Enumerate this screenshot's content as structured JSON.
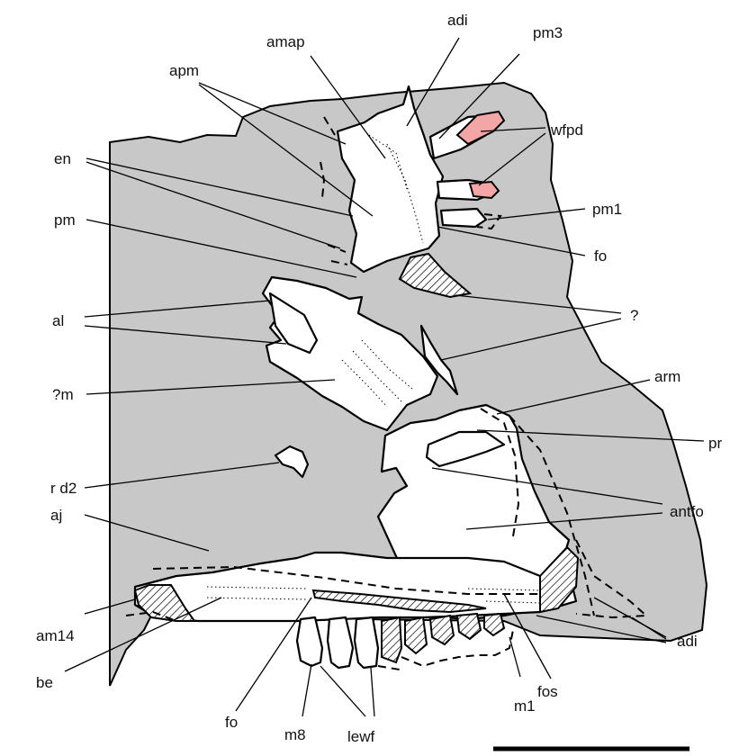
{
  "colors": {
    "matrix": "#c8c8c8",
    "bone": "#ffffff",
    "outline": "#000000",
    "tooth_highlight": "#f4a6a6"
  },
  "labels": {
    "adi_top": "adi",
    "amap": "amap",
    "pm3": "pm3",
    "apm": "apm",
    "wfpd": "wfpd",
    "en": "en",
    "pm1": "pm1",
    "pm": "pm",
    "fo_right": "fo",
    "al": "al",
    "q": "?",
    "qm": "?m",
    "arm": "arm",
    "pr": "pr",
    "rd2": "r d2",
    "antfo": "antfo",
    "aj": "aj",
    "am14": "am14",
    "adi_bottom": "adi",
    "be": "be",
    "fos": "fos",
    "m1": "m1",
    "fo_bottom": "fo",
    "m8": "m8",
    "lewf": "lewf"
  }
}
